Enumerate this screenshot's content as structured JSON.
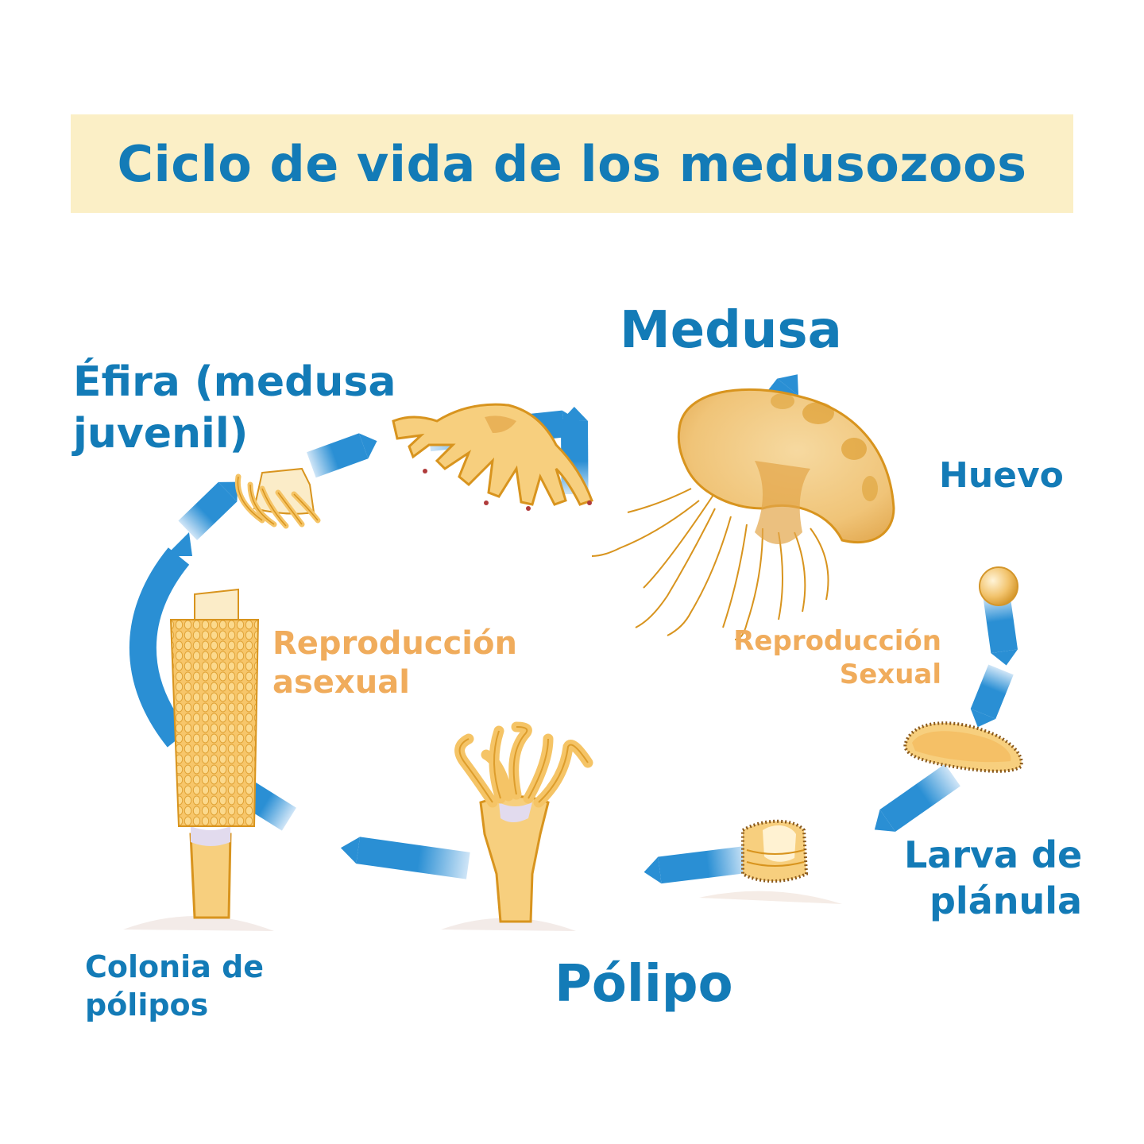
{
  "title": "Ciclo de vida de los medusozoos",
  "stages": {
    "medusa": "Medusa",
    "huevo": "Huevo",
    "larva_line1": "Larva de",
    "larva_line2": "plánula",
    "polipo": "Pólipo",
    "colonia_line1": "Colonia de",
    "colonia_line2": "pólipos",
    "efira_line1": "Éfira (medusa",
    "efira_line2": "juvenil)"
  },
  "processes": {
    "asexual_line1": "Reproducción",
    "asexual_line2": "asexual",
    "sexual_line1": "Reproducción",
    "sexual_line2": "Sexual"
  },
  "colors": {
    "title_bg": "#fbefc6",
    "title_text": "#137bb7",
    "stage_label": "#137bb7",
    "process_label": "#f0ac5c",
    "cycle_arrow": "#2a8fd4",
    "organism_fill": "#f7cf7e",
    "organism_stroke": "#d8941e"
  }
}
